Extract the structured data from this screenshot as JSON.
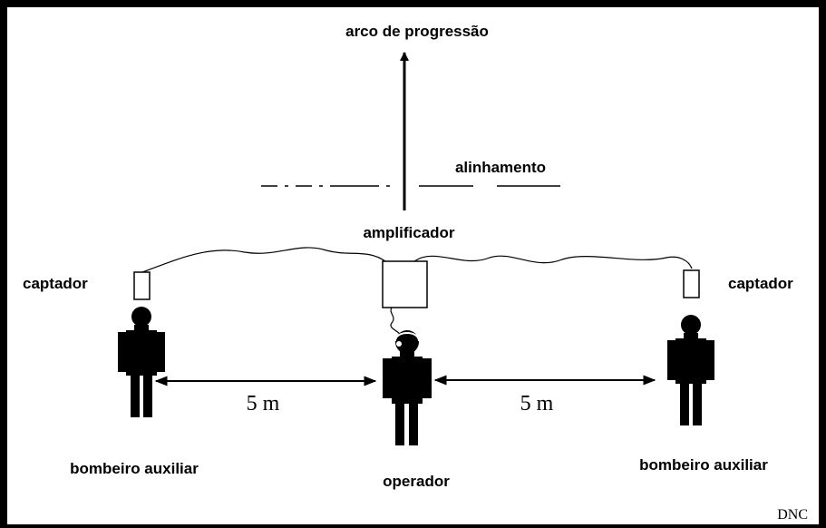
{
  "labels": {
    "progression_arc": "arco de progressão",
    "alignment": "alinhamento",
    "amplifier": "amplificador",
    "pickup_left": "captador",
    "pickup_right": "captador",
    "distance_left": "5 m",
    "distance_right": "5 m",
    "helper_left": "bombeiro auxiliar",
    "operator": "operador",
    "helper_right": "bombeiro auxiliar",
    "credit": "DNC"
  },
  "colors": {
    "ink": "#000000",
    "background": "#ffffff"
  }
}
